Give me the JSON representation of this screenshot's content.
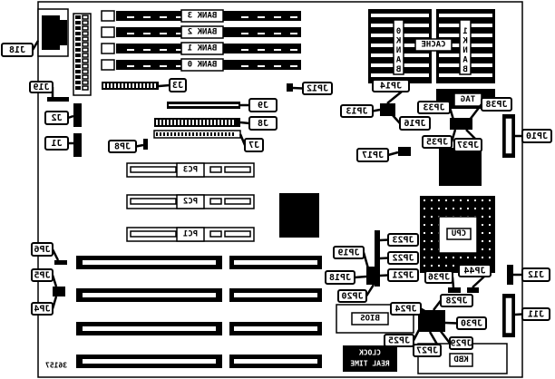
{
  "colors": {
    "ink": "#000000",
    "paper": "#ffffff"
  },
  "labels": {
    "J18": "J18",
    "J19": "J19",
    "J2": "J2",
    "J1": "J1",
    "J3": "J3",
    "J9": "J9",
    "J8": "J8",
    "J7": "J7",
    "JP8": "JP8",
    "JP12": "JP12",
    "JP14": "JP14",
    "JP13": "JP13",
    "JP16": "JP16",
    "JP33": "JP33",
    "JP38": "JP38",
    "JP35": "JP35",
    "JP37": "JP37",
    "JP10": "JP10",
    "JP17": "JP17",
    "JP6": "JP6",
    "JP5": "JP5",
    "JP4": "JP4",
    "JP23": "JP23",
    "JP22": "JP22",
    "JP21": "JP21",
    "JP19": "JP19",
    "JP18": "JP18",
    "JP20": "JP20",
    "JP36": "JP36",
    "JP44": "JP44",
    "JP28": "JP28",
    "J12": "J12",
    "J11": "J11",
    "JP24": "JP24",
    "JP30": "JP30",
    "JP25": "JP25",
    "JP27": "JP27",
    "JP29": "JP29"
  },
  "memory_banks": [
    "BANK 3",
    "BANK 2",
    "BANK 1",
    "BANK 0"
  ],
  "pc_slots": [
    "PC3",
    "PC2",
    "PC1"
  ],
  "cache": {
    "title": "CACHE",
    "bank0": "BANK 0",
    "bank1": "BANK 1",
    "tag": "TAG"
  },
  "cpu": "CPU",
  "bios": "BIOS",
  "kbd": "KBD",
  "rtc": [
    "REAL TIME",
    "CLOCK"
  ],
  "figure_code": "36157"
}
